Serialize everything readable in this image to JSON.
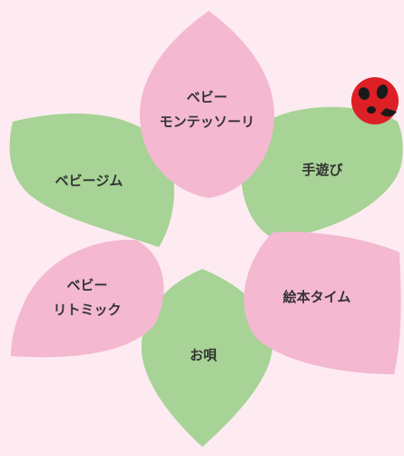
{
  "colors": {
    "background": "#fdebf1",
    "pink": "#f4b8d0",
    "green": "#a7d396",
    "ladybug": "#dd1f26",
    "ladybug_spots": "#1a1a1a"
  },
  "petals": [
    {
      "id": "baby-montessori",
      "color": "pink",
      "lines": [
        "ベビー",
        "モンテッソーリ"
      ]
    },
    {
      "id": "teasobi",
      "color": "green",
      "lines": [
        "手遊び"
      ]
    },
    {
      "id": "ehon-time",
      "color": "pink",
      "lines": [
        "絵本タイム"
      ]
    },
    {
      "id": "ouita",
      "color": "green",
      "lines": [
        "お唄"
      ]
    },
    {
      "id": "baby-rhythmic",
      "color": "pink",
      "lines": [
        "ベビー",
        "リトミック"
      ]
    },
    {
      "id": "baby-gym",
      "color": "green",
      "lines": [
        "ベビージム"
      ]
    }
  ],
  "decoration": {
    "ladybug_icon": "ladybug-icon"
  }
}
